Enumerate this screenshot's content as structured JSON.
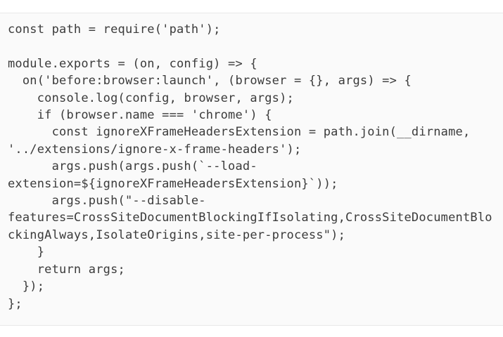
{
  "code_block": {
    "lines": [
      "const path = require('path');",
      "",
      "module.exports = (on, config) => {",
      "  on('before:browser:launch', (browser = {}, args) => {",
      "    console.log(config, browser, args);",
      "    if (browser.name === 'chrome') {",
      "      const ignoreXFrameHeadersExtension = path.join(__dirname,",
      "'../extensions/ignore-x-frame-headers');",
      "      args.push(args.push(`--load-",
      "extension=${ignoreXFrameHeadersExtension}`));",
      "      args.push(\"--disable-",
      "features=CrossSiteDocumentBlockingIfIsolating,CrossSiteDocumentBlo",
      "ckingAlways,IsolateOrigins,site-per-process\");",
      "    }",
      "    return args;",
      "  });",
      "};"
    ]
  },
  "colors": {
    "page_background": "#ffffff",
    "code_background": "#fafafa",
    "code_border": "#e9e9e9",
    "code_text": "#3b3b3b"
  }
}
